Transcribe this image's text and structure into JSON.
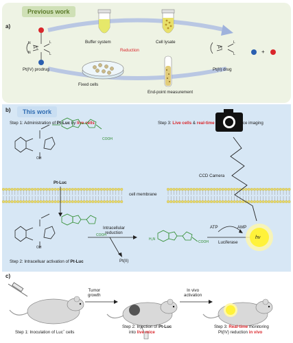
{
  "panel_a": {
    "letter": "a)",
    "header": "Previous work",
    "prodrug_label": "Pt(IV) prodrug",
    "buffer_label": "Buffer system",
    "lysate_label": "Cell lysate",
    "reduction_label": "Reduction",
    "fixed_cells_label": "Fixed cells",
    "endpoint_label": "End-point measurement",
    "drug_label": "Pt(II) drug",
    "plus": "+",
    "pt_symbol": "Pt",
    "n_symbol": "N",
    "l_symbol": "L",
    "colors": {
      "red": "#d9262b",
      "blue": "#2a5fb0",
      "tube_yellow": "#e6e86a"
    }
  },
  "panel_b": {
    "letter": "b)",
    "header": "This work",
    "step1_prefix": "Step 1: Administration of ",
    "step1_bold": "Pt-Luc",
    "step1_mid": " by ",
    "step1_red": "live cells",
    "step3_prefix": "Step 3: ",
    "step3_red1": "Live cells",
    "step3_mid": " & ",
    "step3_red2": "real-time",
    "step3_suffix": " bioluminescence imaging",
    "ptluc_label": "Pt-Luc",
    "membrane_label": "cell membrane",
    "ccd_label": "CCD Camera",
    "intracellular_label": "Intracellular\nreduction",
    "pt2_label": "Pt(II)",
    "atp_label": "ATP",
    "amp_label": "AMP",
    "luciferase_label": "Luciferase",
    "hv_label": "hν",
    "step2_prefix": "Step 2: Intracelluar activation of ",
    "step2_bold": "Pt-Luc",
    "cooh": "COOH",
    "oh": "OH",
    "o": "O",
    "h2n": "H₂N",
    "s": "S",
    "n": "N",
    "nh2": "H₂",
    "colors": {
      "membrane_head": "#e6d86a",
      "green": "#2a8a2a",
      "glow": "#fff23a"
    }
  },
  "panel_c": {
    "letter": "c)",
    "tumor_growth": "Tumor\ngrowth",
    "in_vivo_activation": "In vivo\nactivation",
    "step1_prefix": "Step 1: Inoculation of Luc",
    "step1_sup": "+",
    "step1_suffix": " cells",
    "step2_prefix": "Step 2: Injection of ",
    "step2_bold": "Pt-Luc",
    "step2_line2_prefix": "into ",
    "step2_red": "live mice",
    "step3_prefix": "Step 3: ",
    "step3_red": "Real-time",
    "step3_suffix": " monitoring",
    "step3_line2": "Pt(IV) reduction ",
    "step3_line2_red": "in vivo"
  }
}
